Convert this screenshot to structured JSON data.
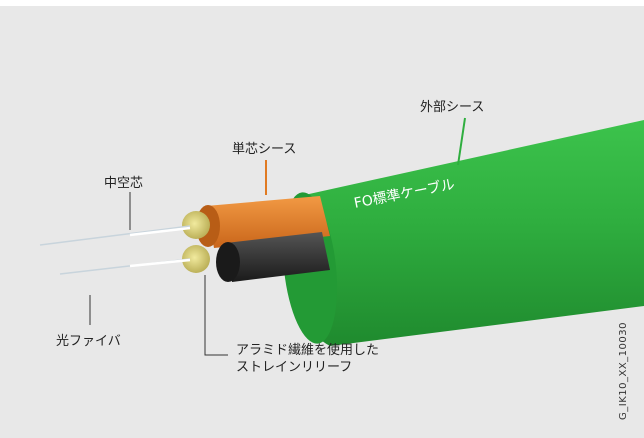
{
  "labels": {
    "outer_sheath": "外部シース",
    "single_core_sheath": "単芯シース",
    "hollow_core": "中空芯",
    "optical_fiber": "光ファイバ",
    "aramid_strain_relief_line1": "アラミド繊維を使用した",
    "aramid_strain_relief_line2": "ストレインリリーフ"
  },
  "product_name": "FO標準ケーブル",
  "reference_code": "G_IK10_XX_10030",
  "colors": {
    "background": "#e8e8e8",
    "outer_sheath": "#2fae3f",
    "inner_sheath_orange": "#e07a22",
    "inner_sheath_black": "#2a2a2a",
    "aramid_yarn": "#d8cf7a",
    "fiber": "#c8d4dc"
  }
}
